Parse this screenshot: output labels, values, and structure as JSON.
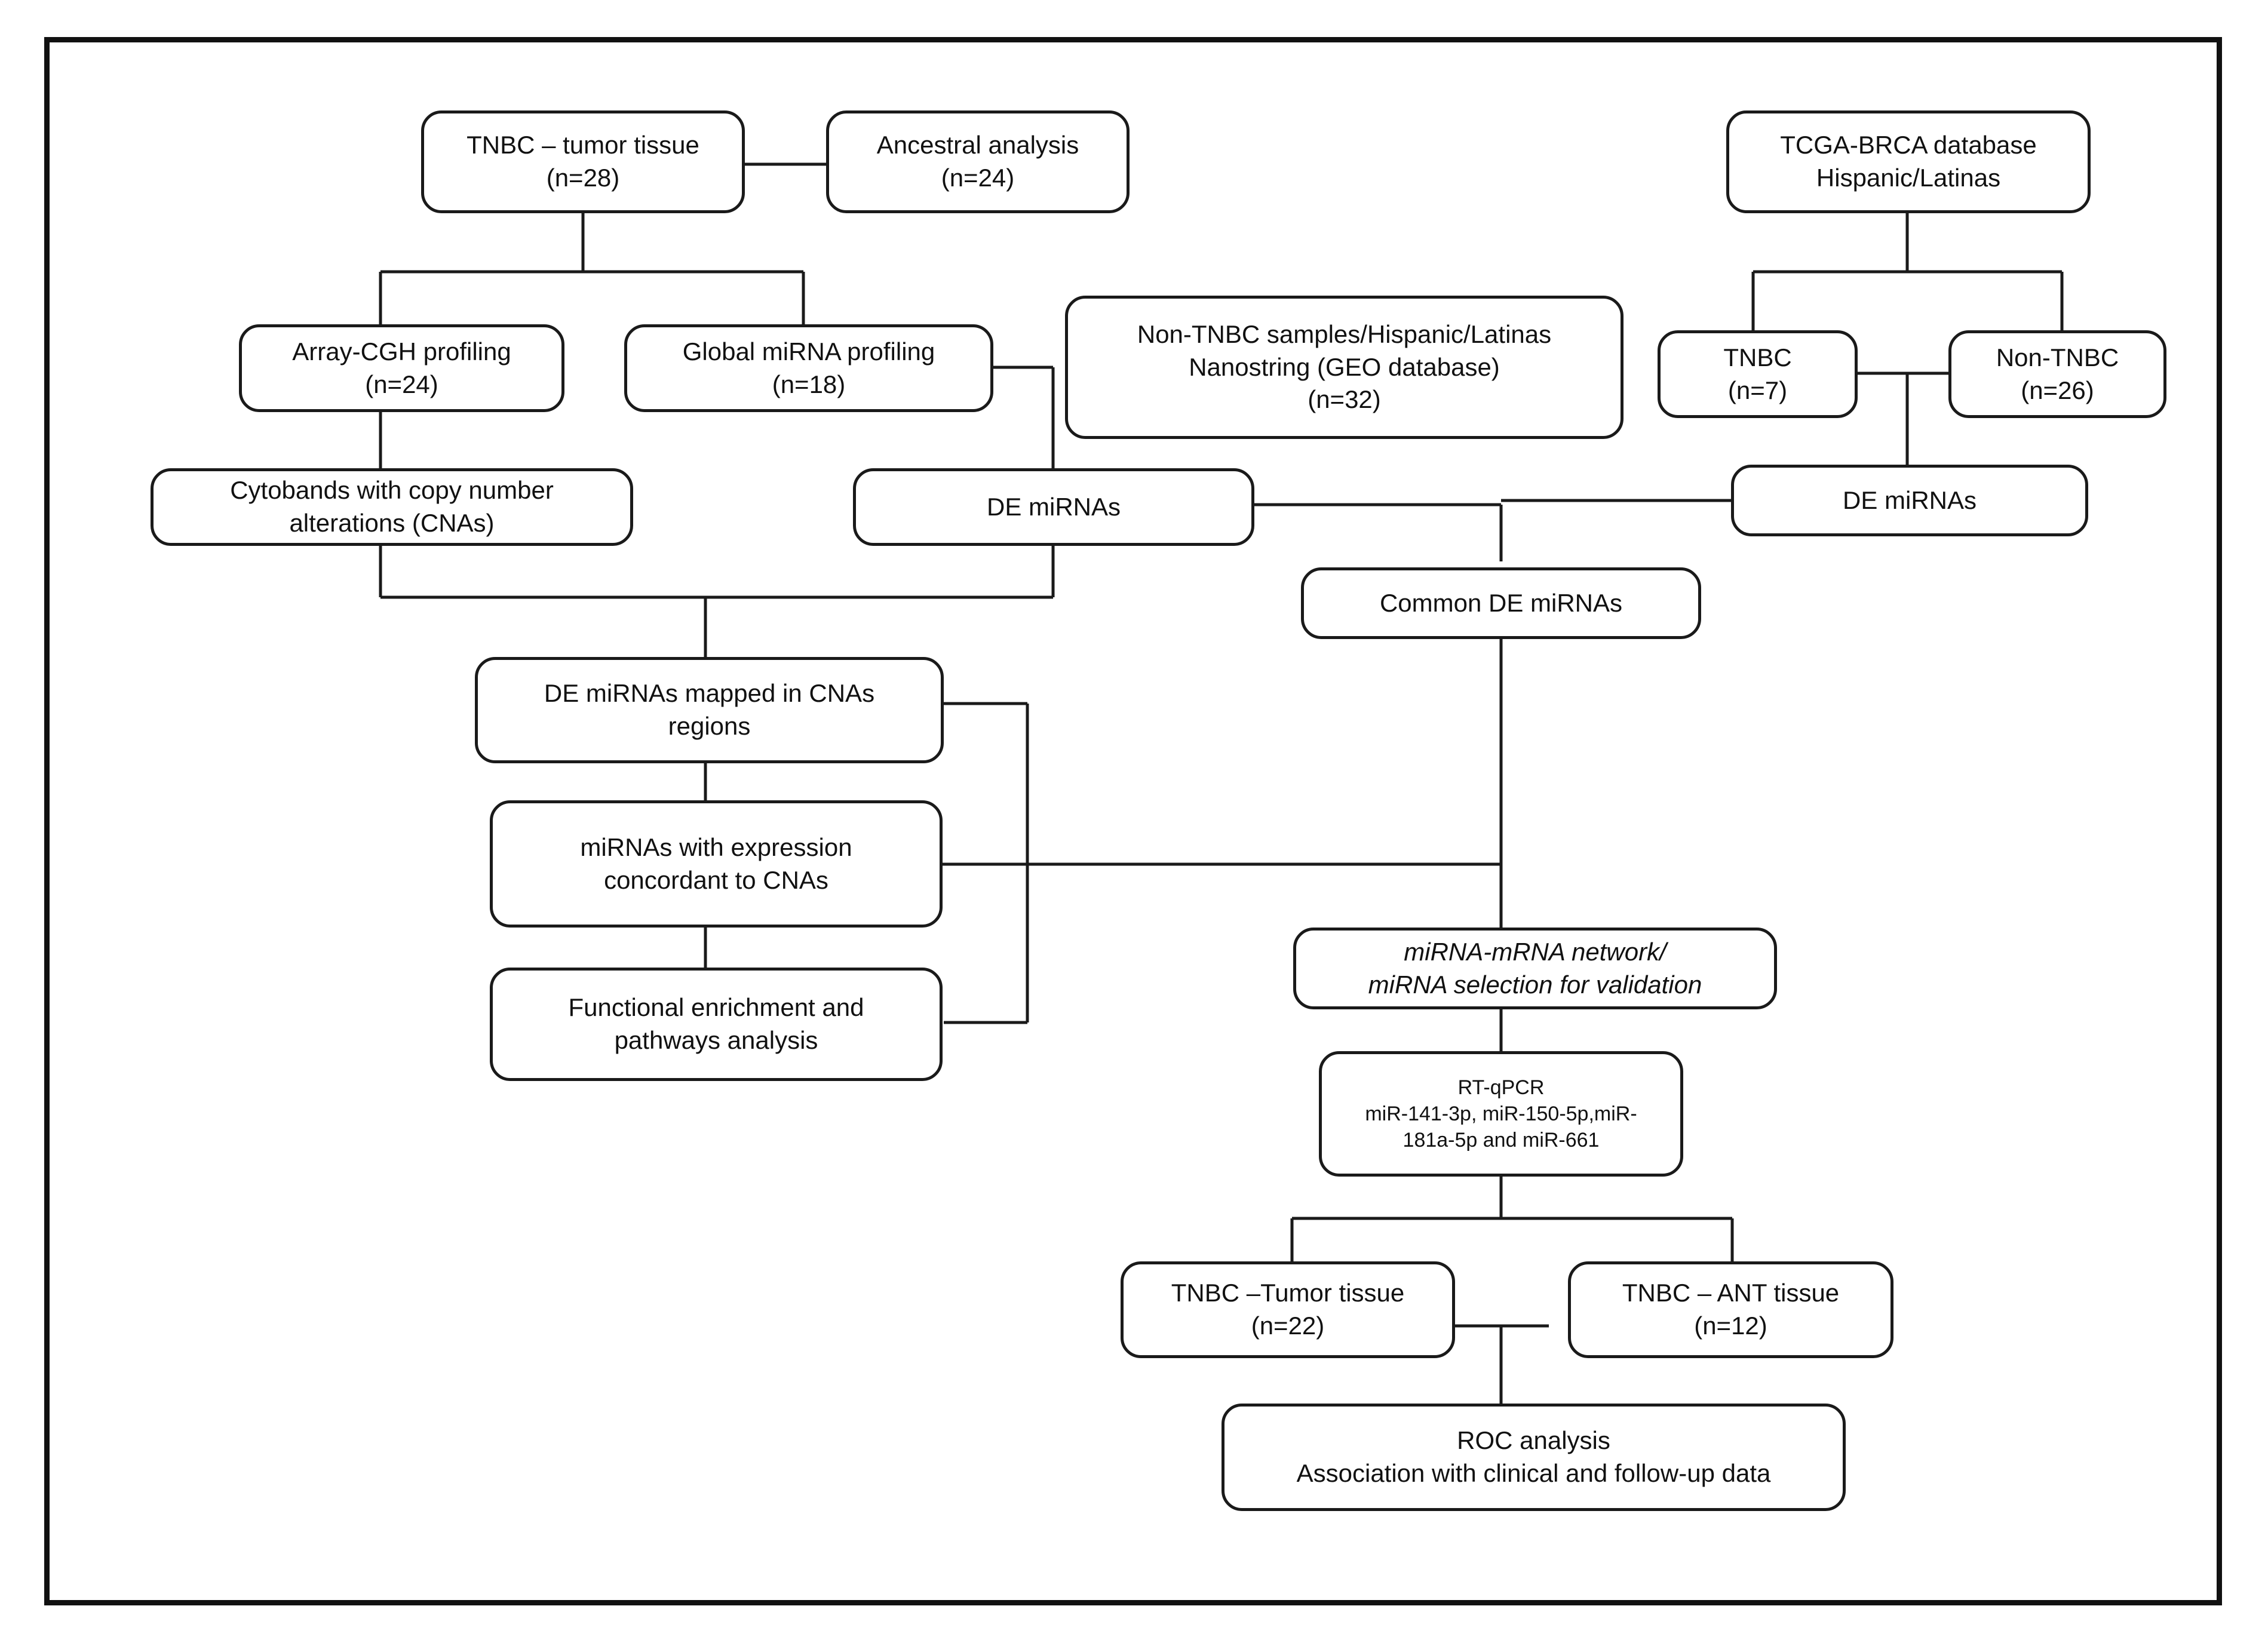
{
  "diagram": {
    "title": "TNBC miRNA study workflow flowchart",
    "accent_color": "#1a1a1a",
    "background_color": "#ffffff",
    "border_color": "#111111",
    "nodes": {
      "tnbc_tumor_tissue": "TNBC – tumor tissue\n(n=28)",
      "ancestral_analysis": "Ancestral analysis\n(n=24)",
      "tcga_brca_database": "TCGA-BRCA  database\nHispanic/Latinas",
      "array_cgh_profiling": "Array-CGH  profiling\n(n=24)",
      "global_mirna_profiling": "Global miRNA profiling\n(n=18)",
      "non_tnbc_geo": "Non-TNBC  samples/Hispanic/Latinas\nNanostring (GEO database)\n(n=32)",
      "tcga_tnbc": "TNBC\n(n=7)",
      "tcga_non_tnbc": "Non-TNBC\n(n=26)",
      "cytobands_cnas": "Cytobands with copy number\nalterations (CNAs)",
      "de_mirnas_left": "DE miRNAs",
      "de_mirnas_right": "DE miRNAs",
      "common_de_mirnas": "Common  DE miRNAs",
      "de_mirnas_mapped": "DE miRNAs mapped in CNAs\nregions",
      "mirnas_concordant": "miRNAs with expression\nconcordant to CNAs",
      "functional_enrichment": "Functional enrichment and\npathways analysis",
      "mirna_mrna_network": "miRNA-mRNA  network/\nmiRNA  selection for validation",
      "rt_qpcr": "RT-qPCR\nmiR-141-3p,  miR-150-5p,miR-\n181a-5p and miR-661",
      "tnbc_tumor_validation": "TNBC –Tumor tissue\n(n=22)",
      "tnbc_ant_validation": "TNBC – ANT tissue\n(n=12)",
      "roc_analysis": "ROC analysis\nAssociation with clinical and  follow-up  data"
    }
  }
}
